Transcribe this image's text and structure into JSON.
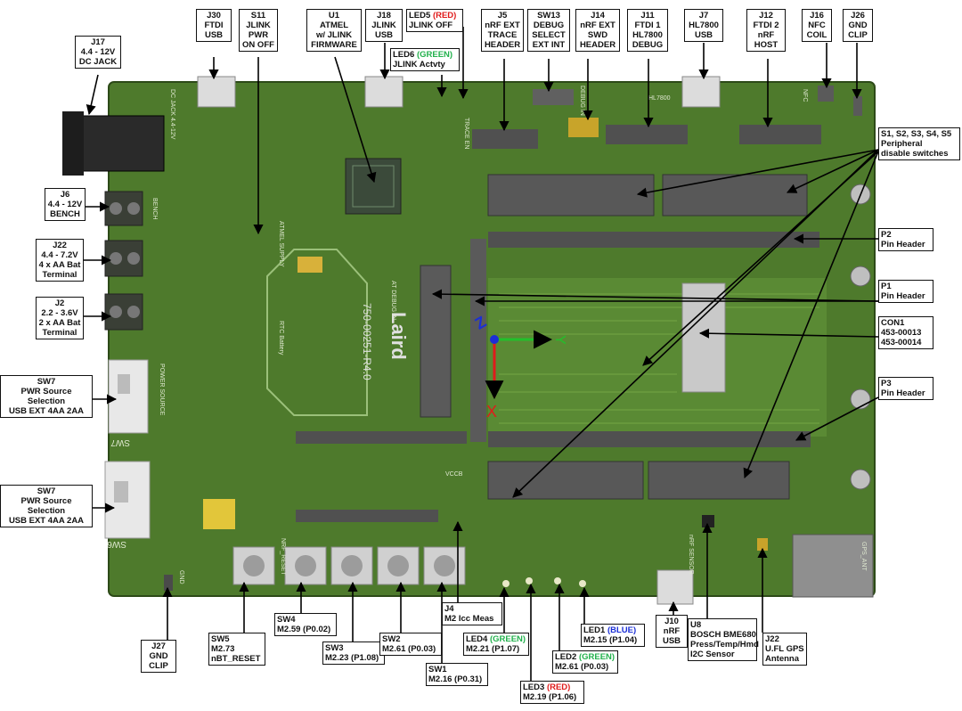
{
  "colors": {
    "board": "#4e7a2c",
    "board_light": "#5f8f36",
    "connector": "#585858",
    "arrow": "#000000",
    "axis_x": "#e01b1b",
    "axis_y": "#22c02b",
    "axis_z": "#1b2fd6"
  },
  "silkscreen": {
    "logo": "Laird",
    "part_number": "750-00251-R4.0",
    "at_debug": "AT DEBUG IN",
    "atmel_supply": "ATMEL SUPPLY",
    "rtc_battery": "RTC Battery",
    "power_source": "POWER SOURCE",
    "bench": "BENCH",
    "dc_jack": "DC JACK 4.4-12V",
    "gps_ant": "GPS_ANT",
    "nfc": "NFC",
    "gnd": "GND",
    "nrf_reset": "NRF_RESET",
    "nrf_sensor": "nRF SENSOR",
    "vccb": "VCCB",
    "trace_en": "TRACE EN",
    "debug_in": "DEBUG IN",
    "hl7800": "HL7800",
    "sw6": "SW6",
    "sw7": "SW7"
  },
  "axes": {
    "x": "X",
    "y": "Y",
    "z": "Z"
  },
  "callouts": {
    "j17": [
      "J17",
      "4.4 - 12V",
      "DC JACK"
    ],
    "j30": [
      "J30",
      "FTDI",
      "USB"
    ],
    "s11": [
      "S11",
      "JLINK",
      "PWR",
      "ON OFF"
    ],
    "u1": [
      "U1",
      "ATMEL",
      "w/ JLINK",
      "FIRMWARE"
    ],
    "j18": [
      "J18",
      "JLINK",
      "USB"
    ],
    "led5": {
      "name": "LED5",
      "color": "(RED)",
      "line2": "JLINK OFF"
    },
    "led6": {
      "name": "LED6",
      "color": "(GREEN)",
      "line2": "JLINK Actvty"
    },
    "j5": [
      "J5",
      "nRF EXT",
      "TRACE",
      "HEADER"
    ],
    "sw13": [
      "SW13",
      "DEBUG",
      "SELECT",
      "EXT INT"
    ],
    "j14": [
      "J14",
      "nRF EXT",
      "SWD",
      "HEADER"
    ],
    "j11": [
      "J11",
      "FTDI 1",
      "HL7800",
      "DEBUG"
    ],
    "j7": [
      "J7",
      "HL7800",
      "USB"
    ],
    "j12": [
      "J12",
      "FTDI 2",
      "nRF",
      "HOST"
    ],
    "j16": [
      "J16",
      "NFC",
      "COIL"
    ],
    "j26": [
      "J26",
      "GND",
      "CLIP"
    ],
    "s1s5": [
      "S1, S2, S3, S4, S5",
      "Peripheral",
      "disable switches"
    ],
    "p2": [
      "P2",
      "Pin Header"
    ],
    "p1": [
      "P1",
      "Pin Header"
    ],
    "con1": [
      "CON1",
      "453-00013",
      "453-00014"
    ],
    "p3": [
      "P3",
      "Pin Header"
    ],
    "j6": [
      "J6",
      "4.4 - 12V",
      "BENCH"
    ],
    "j22a": [
      "J22",
      "4.4 - 7.2V",
      "4 x AA Bat",
      "Terminal"
    ],
    "j2": [
      "J2",
      "2.2 - 3.6V",
      "2 x AA Bat",
      "Terminal"
    ],
    "sw7a": [
      "SW7",
      "PWR Source",
      "Selection",
      "USB  EXT  4AA  2AA"
    ],
    "sw7b": [
      "SW7",
      "PWR Source",
      "Selection",
      "USB  EXT  4AA  2AA"
    ],
    "j27": [
      "J27",
      "GND",
      "CLIP"
    ],
    "sw5": [
      "SW5",
      "M2.73",
      "nBT_RESET"
    ],
    "sw4": [
      "SW4",
      "M2.59 (P0.02)"
    ],
    "sw3": [
      "SW3",
      "M2.23 (P1.08)"
    ],
    "sw2": [
      "SW2",
      "M2.61 (P0.03)"
    ],
    "sw1": [
      "SW1",
      "M2.16 (P0.31)"
    ],
    "j4": [
      "J4",
      "M2 Icc Meas"
    ],
    "led4": {
      "name": "LED4",
      "color": "(GREEN)",
      "line2": "M2.21 (P1.07)"
    },
    "led3": {
      "name": "LED3",
      "color": "(RED)",
      "line2": "M2.19 (P1.06)"
    },
    "led2": {
      "name": "LED2",
      "color": "(GREEN)",
      "line2": "M2.61 (P0.03)"
    },
    "led1": {
      "name": "LED1",
      "color": "(BLUE)",
      "line2": "M2.15 (P1.04)"
    },
    "j10": [
      "J10",
      "nRF",
      "USB"
    ],
    "u8": [
      "U8",
      "BOSCH BME680",
      "Press/Temp/Hmd",
      "I2C Sensor"
    ],
    "j22b": [
      "J22",
      "U.FL GPS",
      "Antenna"
    ]
  }
}
